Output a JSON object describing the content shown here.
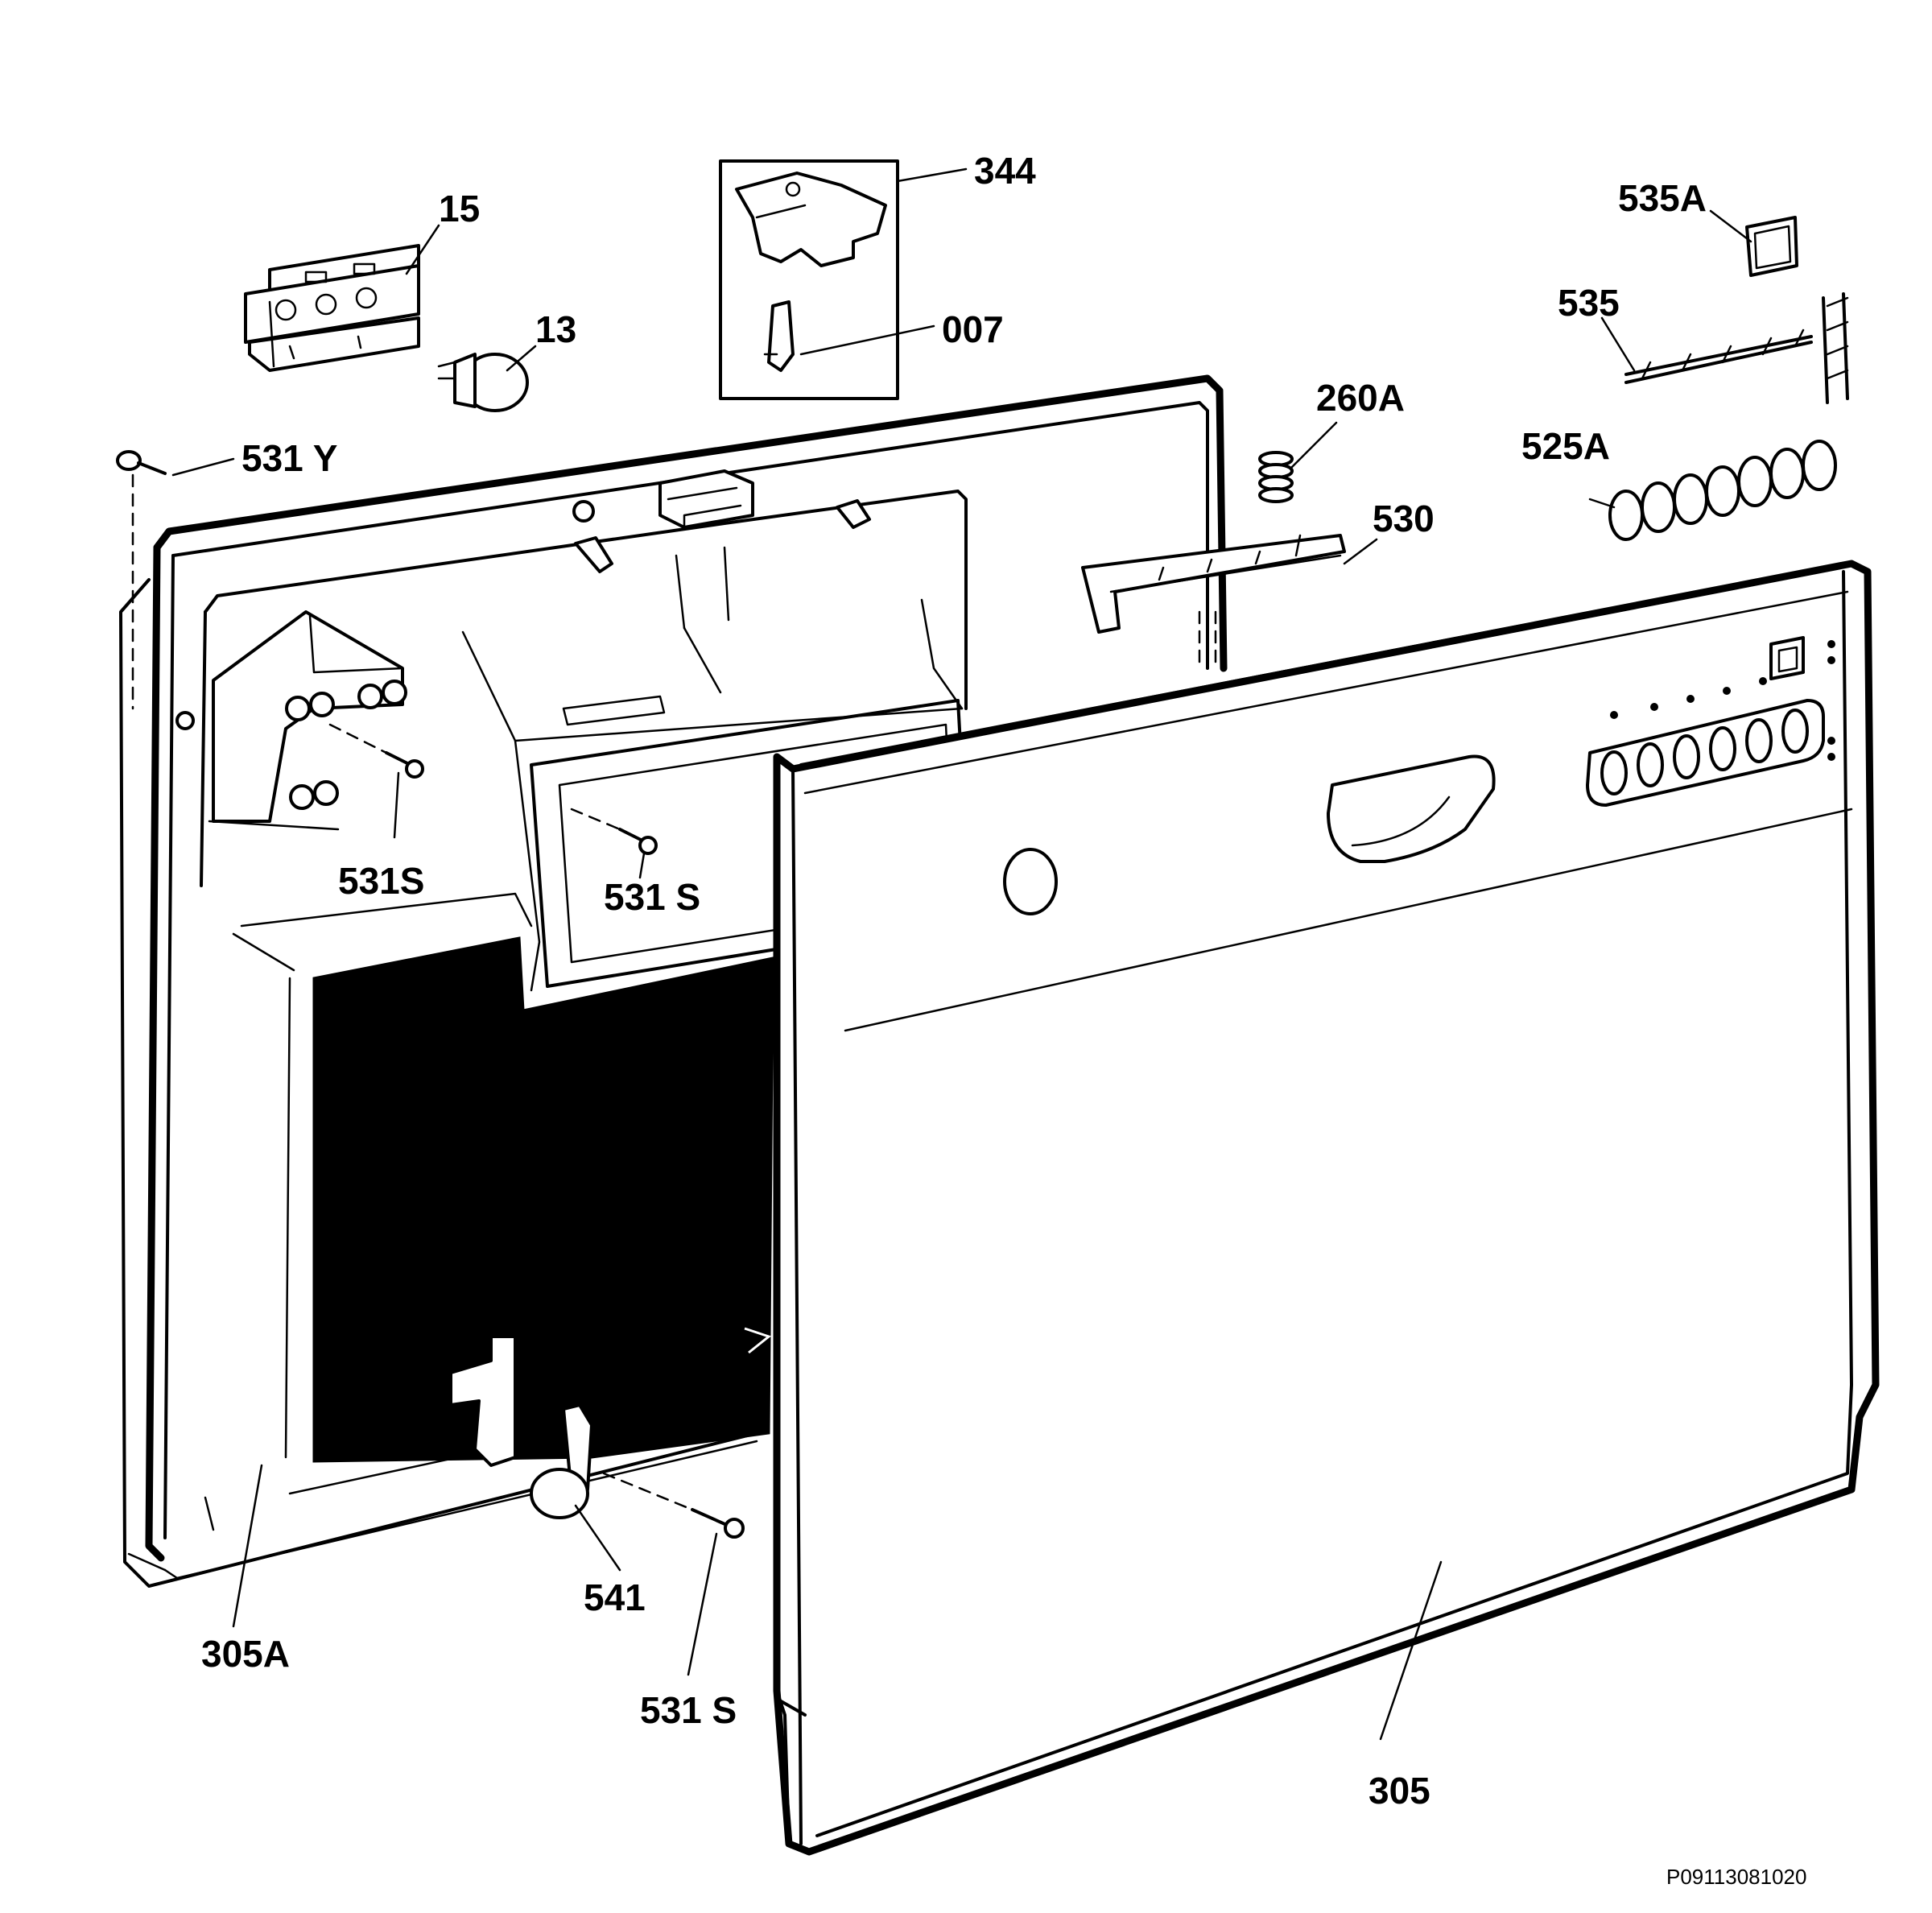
{
  "diagram": {
    "drawing_code": "P09113081020",
    "parts": [
      {
        "id": "part-15",
        "label": "15"
      },
      {
        "id": "part-13",
        "label": "13"
      },
      {
        "id": "part-344",
        "label": "344"
      },
      {
        "id": "part-007",
        "label": "007"
      },
      {
        "id": "part-535a",
        "label": "535A"
      },
      {
        "id": "part-535",
        "label": "535"
      },
      {
        "id": "part-260a",
        "label": "260A"
      },
      {
        "id": "part-525a",
        "label": "525A"
      },
      {
        "id": "part-530",
        "label": "530"
      },
      {
        "id": "part-531y",
        "label": "531 Y"
      },
      {
        "id": "part-531s-left",
        "label": "531S"
      },
      {
        "id": "part-531s-mid",
        "label": "531 S"
      },
      {
        "id": "part-541",
        "label": "541"
      },
      {
        "id": "part-531s-bottom",
        "label": "531 S"
      },
      {
        "id": "part-305a",
        "label": "305A"
      },
      {
        "id": "part-305",
        "label": "305"
      }
    ]
  }
}
